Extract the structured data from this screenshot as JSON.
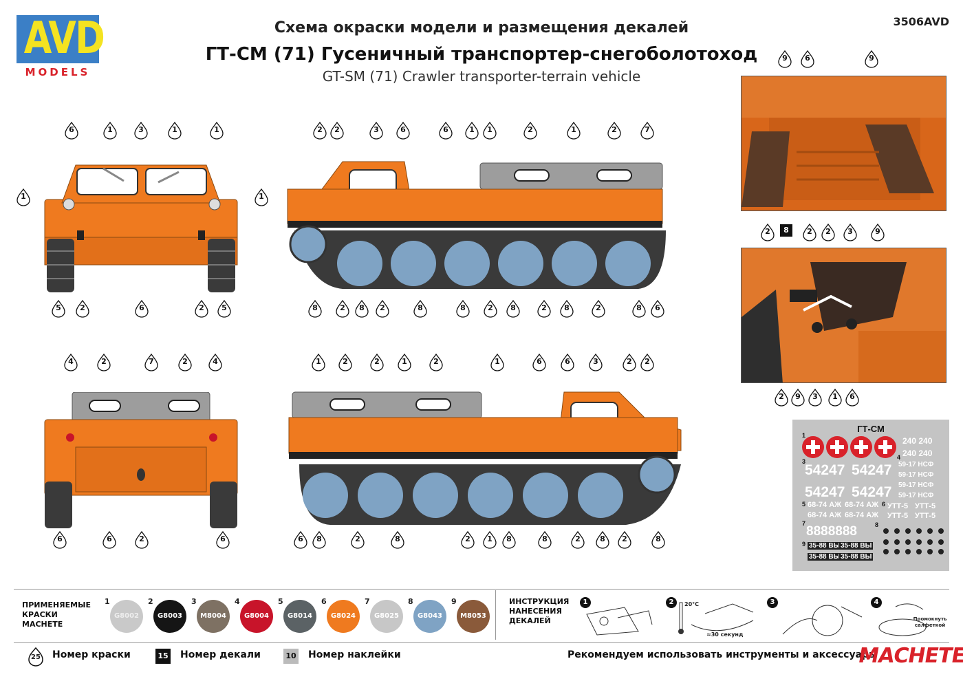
{
  "header": {
    "logo_text": "AVD",
    "logo_sub": "MODELS",
    "title_ru": "Схема окраски модели и размещения декалей",
    "title_main": "ГТ-СМ (71) Гусеничный транспортер-снегоболотоход",
    "title_en": "GT-SM (71) Crawler transporter-terrain vehicle",
    "product_code": "3506AVD"
  },
  "callouts": {
    "front": [
      "6",
      "1",
      "3",
      "1",
      "1",
      "1",
      "1",
      "5",
      "2",
      "6",
      "2",
      "5"
    ],
    "side_left": [
      "2",
      "2",
      "3",
      "6",
      "6",
      "1",
      "1",
      "2",
      "1",
      "2",
      "7",
      "8",
      "2",
      "8",
      "2",
      "8",
      "8",
      "2",
      "8",
      "2",
      "8",
      "2",
      "8",
      "6"
    ],
    "rear": [
      "4",
      "2",
      "7",
      "2",
      "4",
      "6",
      "6",
      "2",
      "6"
    ],
    "side_right": [
      "1",
      "2",
      "2",
      "1",
      "2",
      "1",
      "6",
      "6",
      "3",
      "2",
      "2",
      "6",
      "8",
      "2",
      "8",
      "2",
      "1",
      "8",
      "8",
      "2",
      "8",
      "2",
      "8"
    ],
    "interior_top": [
      "9",
      "6",
      "9"
    ],
    "interior_bottom_top": [
      "2",
      "8",
      "2",
      "2",
      "3",
      "9"
    ],
    "interior_bottom_bot": [
      "2",
      "9",
      "3",
      "1",
      "6"
    ]
  },
  "decal_sheet": {
    "title": "ГТ-СМ",
    "plate_small": [
      "240 240",
      "240 240"
    ],
    "big_numbers": [
      "54247",
      "54247",
      "54247",
      "54247"
    ],
    "codes": [
      "59-17 НСФ",
      "59-17 НСФ",
      "59-17 НСФ",
      "59-17 НСФ"
    ],
    "plates_mid": [
      "68-74 АЖ",
      "68-74 АЖ",
      "68-74 АЖ",
      "68-74 АЖ"
    ],
    "utt": [
      "УТТ-5",
      "УТТ-5",
      "УТТ-5",
      "УТТ-5"
    ],
    "digits": "8888888",
    "plates_small": [
      "35-88 ВЫ",
      "35-88 ВЫ",
      "35-88 ВЫ",
      "35-88 ВЫ"
    ],
    "row_labels": [
      "1",
      "3",
      "4",
      "5",
      "6",
      "7",
      "8",
      "9"
    ]
  },
  "paints": {
    "heading": "ПРИМЕНЯЕМЫЕ КРАСКИ MACHETE",
    "items": [
      {
        "n": "1",
        "code": "G8002",
        "color": "#c9c9c9",
        "text": "#eeeeee"
      },
      {
        "n": "2",
        "code": "G8003",
        "color": "#151515",
        "text": "#ffffff"
      },
      {
        "n": "3",
        "code": "M8004",
        "color": "#7e7163",
        "text": "#ffffff"
      },
      {
        "n": "4",
        "code": "G8004",
        "color": "#c8142a",
        "text": "#ffffff"
      },
      {
        "n": "5",
        "code": "G8014",
        "color": "#5b6265",
        "text": "#ffffff"
      },
      {
        "n": "6",
        "code": "G8024",
        "color": "#ef7a1f",
        "text": "#ffffff"
      },
      {
        "n": "7",
        "code": "G8025",
        "color": "#c7c7c7",
        "text": "#ffffff"
      },
      {
        "n": "8",
        "code": "G8043",
        "color": "#7fa3c4",
        "text": "#ffffff"
      },
      {
        "n": "9",
        "code": "M8053",
        "color": "#8a5a3a",
        "text": "#ffffff"
      }
    ]
  },
  "instructions": {
    "heading": "ИНСТРУКЦИЯ НАНЕСЕНИЯ ДЕКАЛЕЙ",
    "steps": [
      "1",
      "2",
      "3",
      "4"
    ],
    "temp": "20°C",
    "time": "≈30 секунд",
    "note": "Промокнуть салфеткой"
  },
  "legend": {
    "paint_no_icon": "25",
    "paint_no": "Номер краски",
    "decal_no_icon": "15",
    "decal_no": "Номер декали",
    "sticker_no_icon": "10",
    "sticker_no": "Номер наклейки",
    "recommend": "Рекомендуем использовать инструменты и аксессуары",
    "brand": "MACHETE"
  },
  "colors": {
    "body": "#ef7a1f",
    "roof": "#9d9d9d",
    "wheel": "#7fa3c4",
    "track": "#3a3a3a"
  }
}
